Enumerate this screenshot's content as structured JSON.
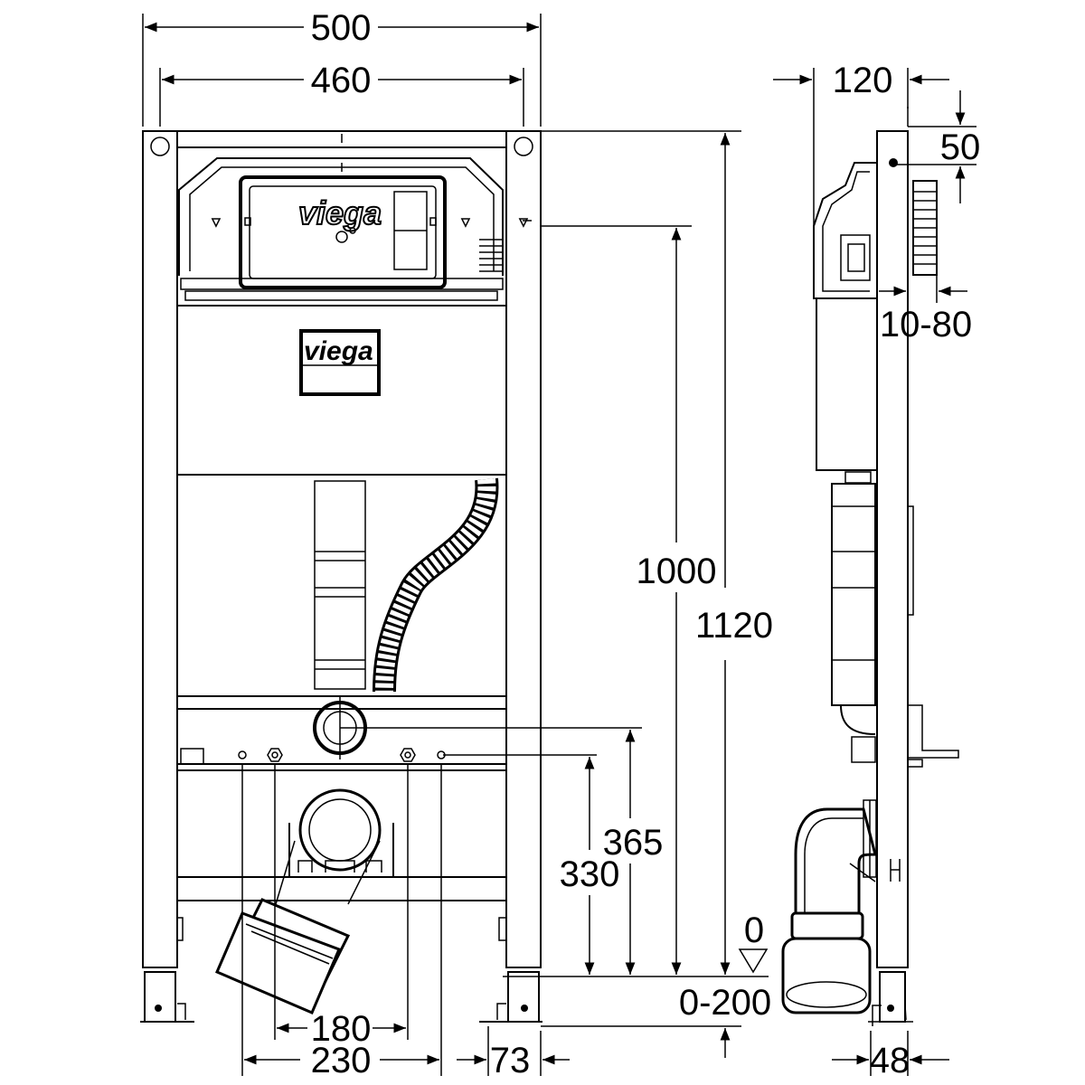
{
  "dimensions": {
    "overall_width": "500",
    "frame_width": "460",
    "overall_height": "1120",
    "cistern_height": "1000",
    "bolt_height_upper": "365",
    "bolt_height_lower": "330",
    "bolt_spacing_inner": "180",
    "bolt_spacing_outer": "230",
    "foot_offset": "73",
    "floor_level": "0",
    "height_adjust_range": "0-200",
    "side_depth": "120",
    "side_top_offset": "50",
    "wall_range": "10-80",
    "foot_depth": "48"
  },
  "branding": {
    "cistern_logo": "viega",
    "panel_logo": "viega"
  }
}
